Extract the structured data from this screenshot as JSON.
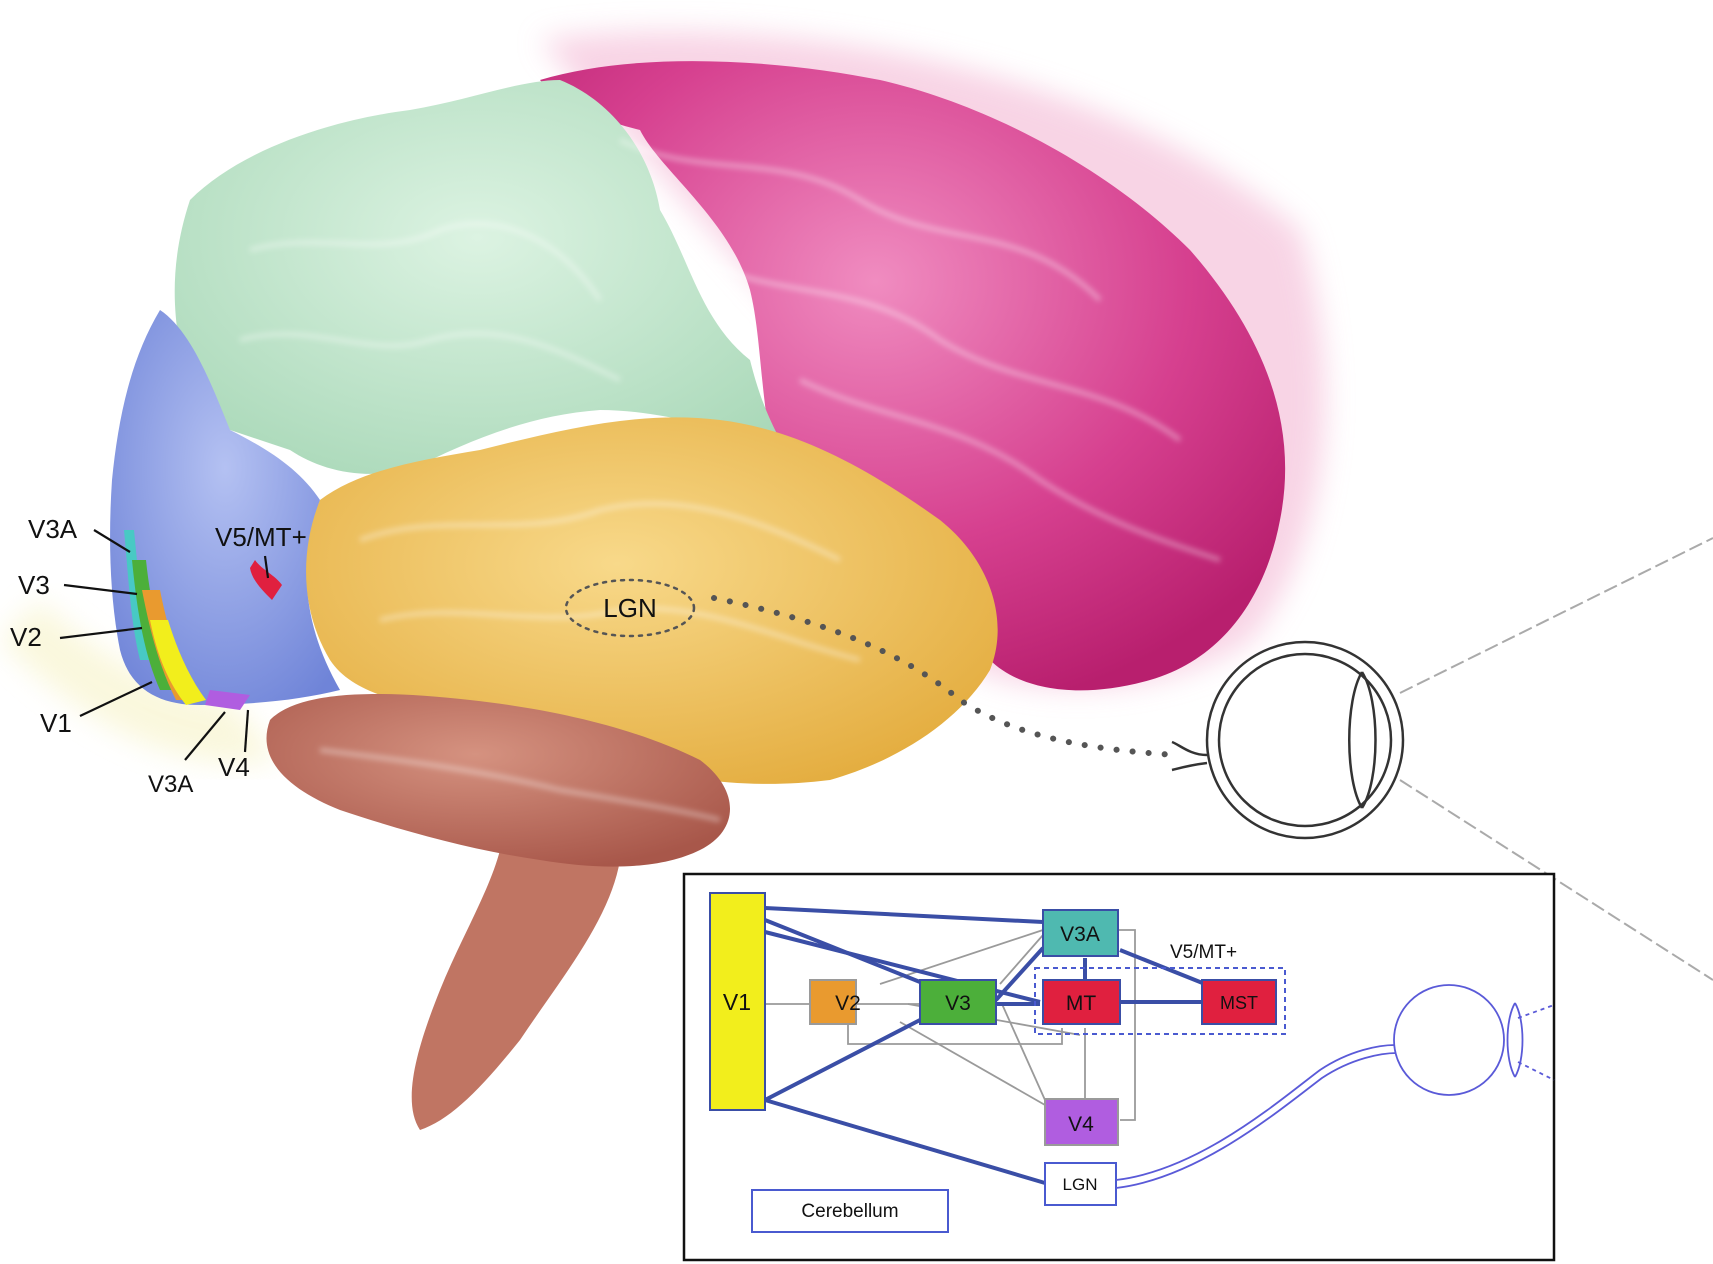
{
  "brain": {
    "labels": {
      "v3a_upper": "V3A",
      "v3": "V3",
      "v2": "V2",
      "v1": "V1",
      "v3a_lower": "V3A",
      "v4": "V4",
      "v5mt": "V5/MT+",
      "lgn": "LGN"
    }
  },
  "inset": {
    "boxes": {
      "v1": "V1",
      "v2": "V2",
      "v3": "V3",
      "v3a": "V3A",
      "mt": "MT",
      "mst": "MST",
      "v4": "V4",
      "lgn": "LGN",
      "cerebellum": "Cerebellum"
    },
    "group_label": "V5/MT+"
  },
  "colors": {
    "frontal": "#d6408f",
    "parietal": "#bfe6cc",
    "occipital": "#7f93e0",
    "temporal": "#f0c35a",
    "cerebellum": "#b86a58",
    "v1": "#f2ee1c",
    "v2": "#e99a2f",
    "v3": "#4caf3a",
    "v3a": "#4fb9b0",
    "mt": "#e0203f",
    "mst": "#e0203f",
    "v4": "#b05de0",
    "strong_path": "#3a4ea6",
    "weak_path": "#9a9a9a"
  }
}
